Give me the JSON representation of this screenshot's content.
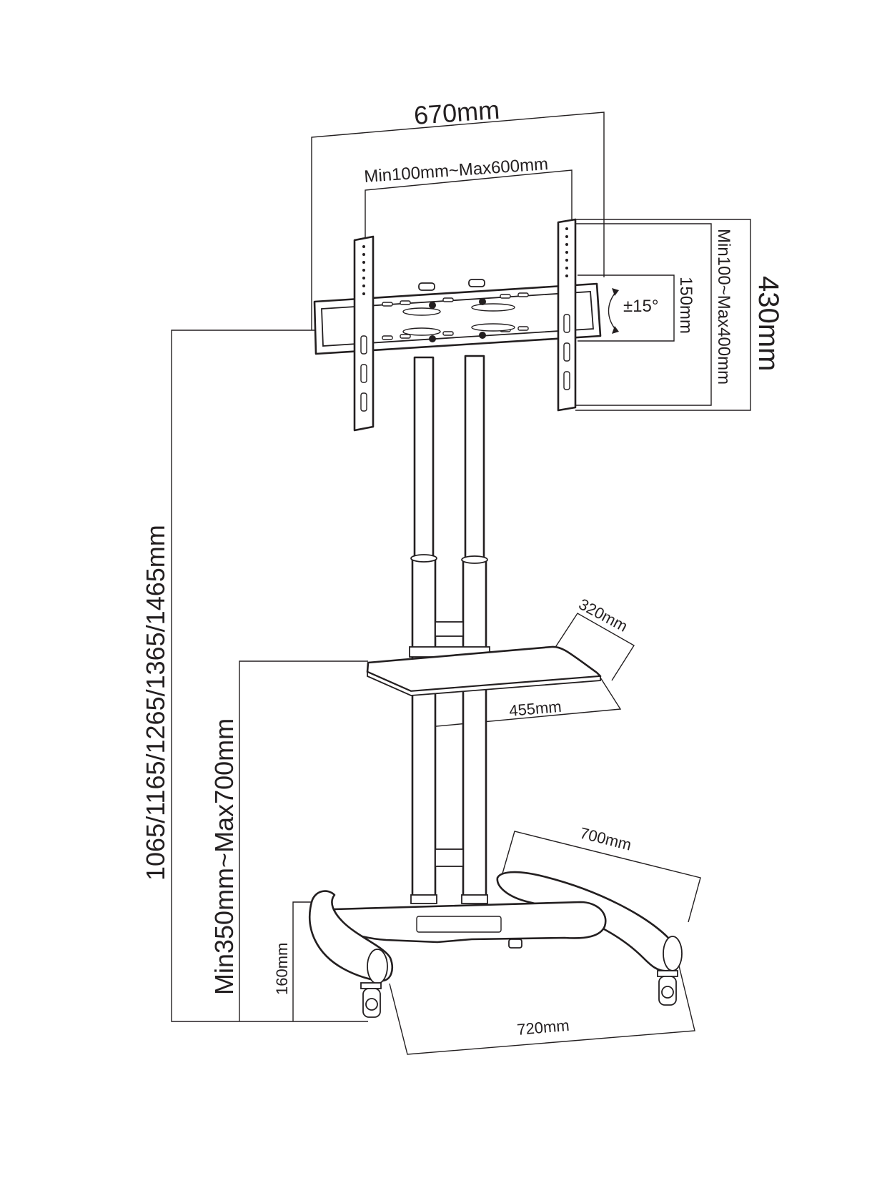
{
  "dimensions": {
    "overall_width": "670mm",
    "vesa_horizontal": "Min100mm~Max600mm",
    "vesa_vertical": "Min100~Max400mm",
    "bracket_height": "430mm",
    "tilt_angle": "±15°",
    "tilt_range_height": "150mm",
    "overall_height": "1065/1165/1265/1365/1465mm",
    "shelf_height": "Min350mm~Max700mm",
    "shelf_depth": "320mm",
    "shelf_width": "455mm",
    "base_depth": "700mm",
    "base_width": "720mm",
    "base_height": "160mm"
  }
}
